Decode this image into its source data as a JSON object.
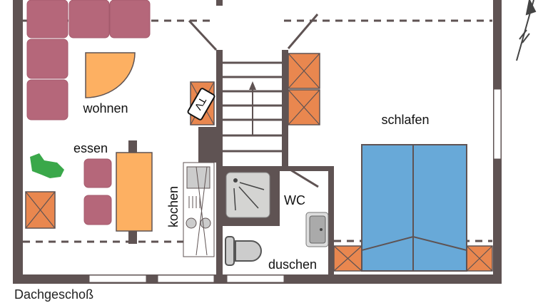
{
  "title": "Dachgeschoß",
  "rooms": {
    "wohnen": "wohnen",
    "essen": "essen",
    "kochen": "kochen",
    "wc": "WC",
    "duschen": "duschen",
    "schlafen": "schlafen"
  },
  "tv_label": "TV",
  "colors": {
    "wall": "#5f5353",
    "sofa": "#b5677a",
    "table": "#fdb062",
    "cabinet": "#e9874f",
    "bed": "#68a9d8",
    "plant": "#3aa84a",
    "fixture": "#cfcfcf"
  }
}
